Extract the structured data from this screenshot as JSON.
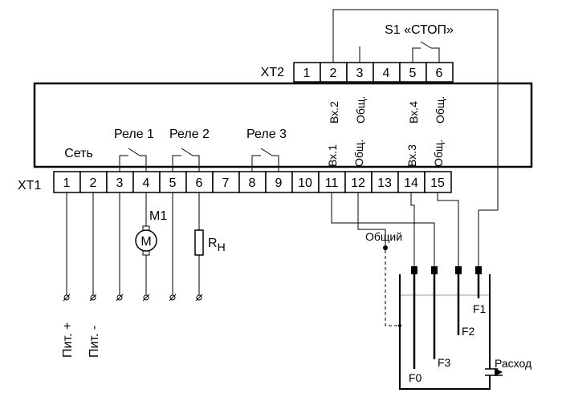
{
  "xt2": {
    "label": "XT2",
    "terminals": [
      "1",
      "2",
      "3",
      "4",
      "5",
      "6"
    ],
    "inputs": [
      "Вх.2",
      "Общ.",
      "Вх.4",
      "Общ."
    ],
    "switch_label": "S1 «СТОП»"
  },
  "xt1": {
    "label": "XT1",
    "terminals": [
      "1",
      "2",
      "3",
      "4",
      "5",
      "6",
      "7",
      "8",
      "9",
      "10",
      "11",
      "12",
      "13",
      "14",
      "15"
    ],
    "inputs": [
      "Вх.1",
      "Общ.",
      "Вх.3",
      "Общ."
    ]
  },
  "groups": {
    "power": "Сеть",
    "relay1": "Реле 1",
    "relay2": "Реле 2",
    "relay3": "Реле 3"
  },
  "loads": {
    "motor_ref": "М1",
    "motor_symbol": "М",
    "resistor": "R",
    "resistor_sub": "Н"
  },
  "supply": {
    "plus": "Пит. +",
    "minus": "Пит. -"
  },
  "tank": {
    "common": "Общий",
    "f0": "F0",
    "f1": "F1",
    "f2": "F2",
    "f3": "F3",
    "outflow": "Расход"
  }
}
